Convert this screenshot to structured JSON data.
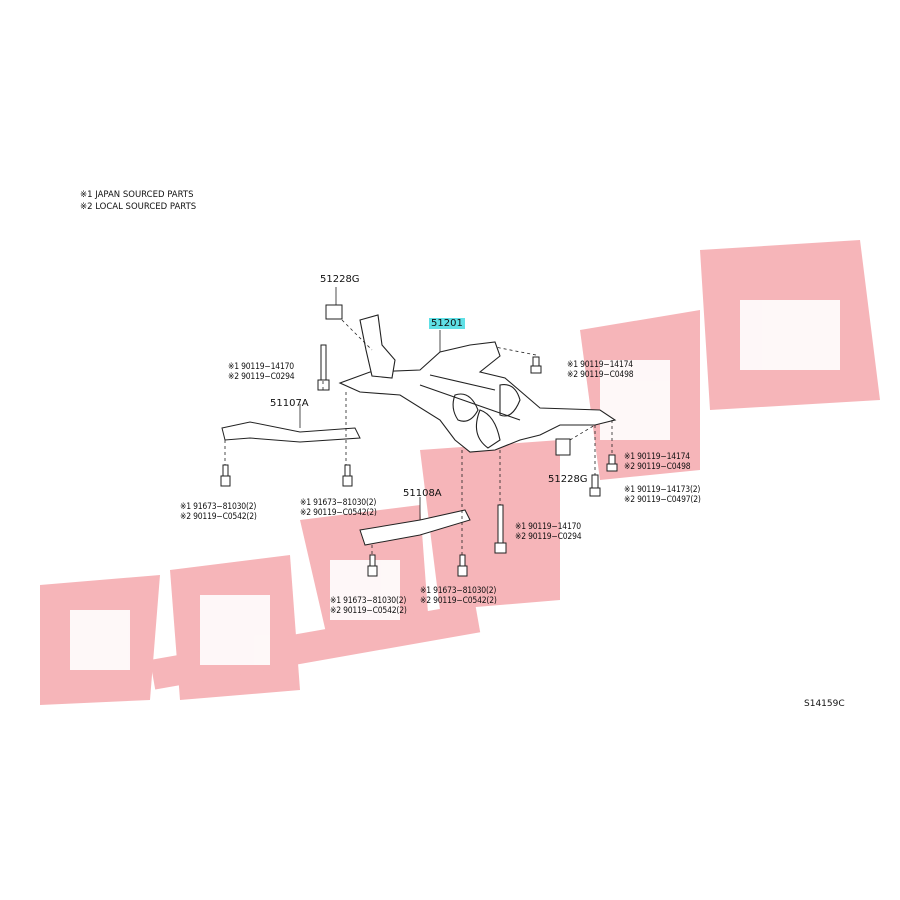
{
  "legend": {
    "line1": "※1 JAPAN SOURCED PARTS",
    "line2": "※2 LOCAL SOURCED PARTS"
  },
  "parts": {
    "main": "51201",
    "upper_bracket": "51228G",
    "lower_bracket": "51228G",
    "left_arm": "51107A",
    "right_arm": "51108A"
  },
  "callouts": {
    "left_bolt_1": "※1 90119−14170",
    "left_bolt_2": "※2 90119−C0294",
    "top_right_1": "※1 90119−14174",
    "top_right_2": "※2 90119−C0498",
    "mid_right_1": "※1 90119−14174",
    "mid_right_2": "※2 90119−C0498",
    "low_right_1": "※1 90119−14173(2)",
    "low_right_2": "※2 90119−C0497(2)",
    "center_bolt_1": "※1 90119−14170",
    "center_bolt_2": "※2 90119−C0294",
    "arm_left_a1": "※1 91673−81030(2)",
    "arm_left_a2": "※2 90119−C0542(2)",
    "arm_left_b1": "※1 91673−81030(2)",
    "arm_left_b2": "※2 90119−C0542(2)",
    "arm_right_a1": "※1 91673−81030(2)",
    "arm_right_a2": "※2 90119−C0542(2)",
    "arm_right_b1": "※1 91673−81030(2)",
    "arm_right_b2": "※2 90119−C0542(2)"
  },
  "diagram_code": "S14159C",
  "watermark_color": "#f4a3a8",
  "highlight_color": "#5fe0e6"
}
